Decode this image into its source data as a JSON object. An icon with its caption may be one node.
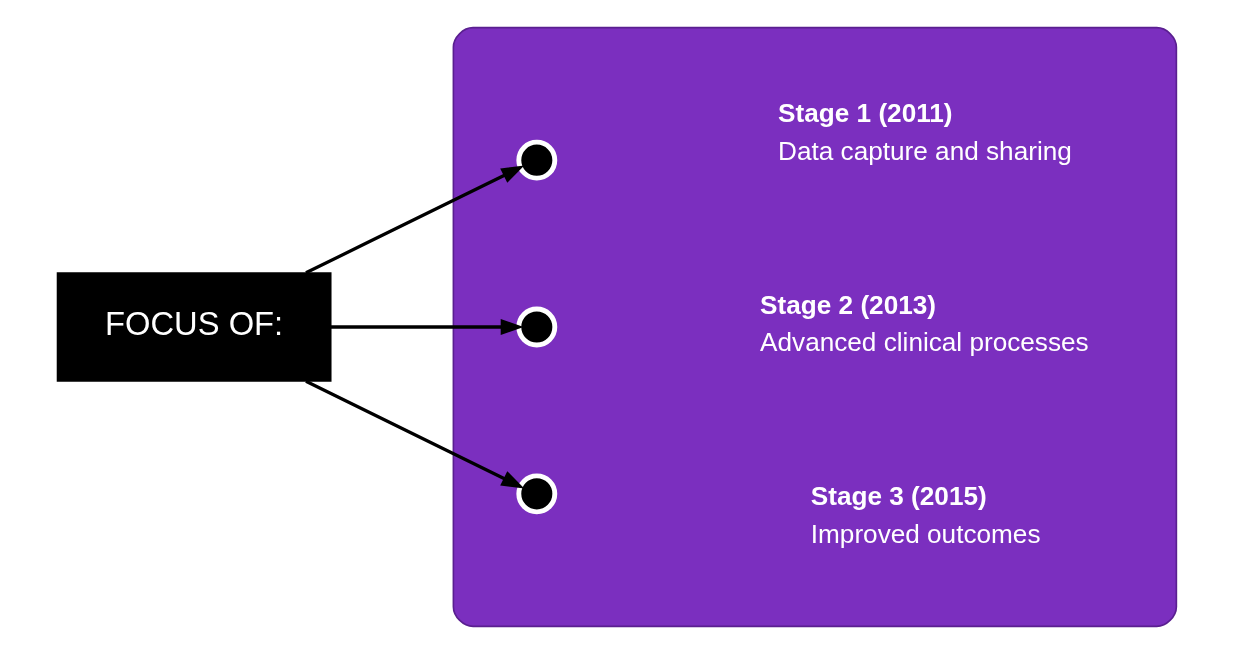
{
  "diagram": {
    "nodes": [
      {
        "text": [
          "FOCUS OF:"
        ]
      },
      {
        "text": [],
        "shape": "arrow"
      },
      {
        "text": [],
        "shape": "circle",
        "in": 1,
        "beside": [
          "Stage 1 (2011)",
          "Data capture and sharing"
        ]
      },
      {
        "text": [],
        "shape": "circle",
        "in": 1,
        "beside": [
          "Stage 2 (2013)",
          "Advanced clinical processes"
        ]
      },
      {
        "text": [],
        "shape": "circle",
        "in": 1,
        "beside": [
          "Stage 3 (2015)",
          "Improved outcomes"
        ]
      }
    ],
    "edges": [
      {
        "from": 0,
        "to": 4,
        "arrow": "to"
      },
      {
        "from": 0,
        "to": 3,
        "arrow": "to"
      },
      {
        "from": 0,
        "to": 2,
        "arrow": "to"
      }
    ]
  }
}
